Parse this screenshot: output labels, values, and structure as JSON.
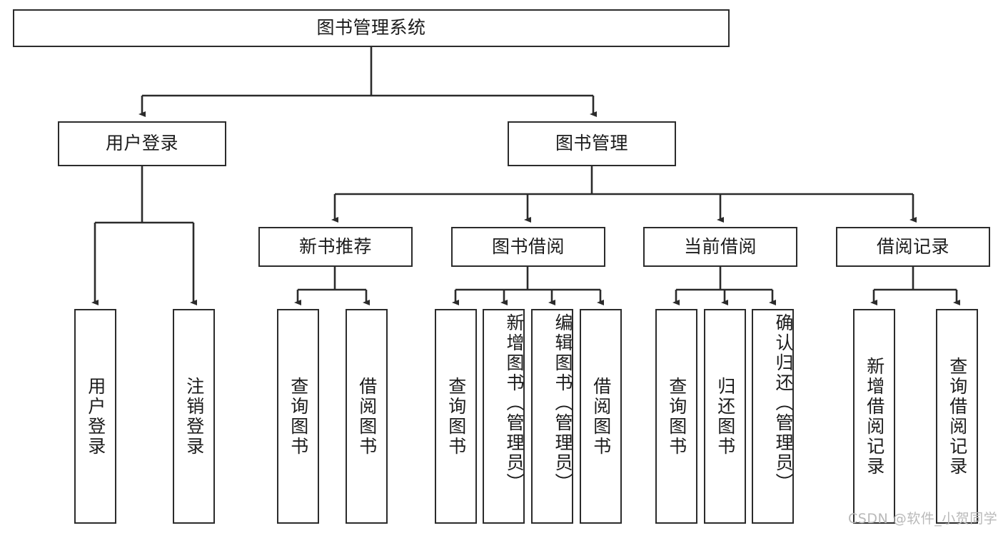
{
  "diagram": {
    "type": "tree",
    "title": "图书管理系统",
    "watermark": "CSDN @软件_小贺同学",
    "colors": {
      "stroke": "#2b2b2b",
      "fill": "#ffffff",
      "text": "#1b1b1b",
      "watermark": "#b9b9b9"
    },
    "nodes": {
      "root": {
        "label": "图书管理系统",
        "level": 1,
        "orientation": "horizontal"
      },
      "l2": [
        {
          "id": "user-login",
          "label": "用户登录",
          "level": 2,
          "orientation": "horizontal"
        },
        {
          "id": "book-manage",
          "label": "图书管理",
          "level": 2,
          "orientation": "horizontal"
        }
      ],
      "l3": [
        {
          "id": "new-book-recommend",
          "label": "新书推荐",
          "level": 3,
          "orientation": "horizontal"
        },
        {
          "id": "book-borrow",
          "label": "图书借阅",
          "level": 3,
          "orientation": "horizontal"
        },
        {
          "id": "current-borrow",
          "label": "当前借阅",
          "level": 3,
          "orientation": "horizontal"
        },
        {
          "id": "borrow-record",
          "label": "借阅记录",
          "level": 3,
          "orientation": "horizontal"
        }
      ],
      "leaves": [
        {
          "id": "leaf-user-login",
          "label": "用户登录",
          "parent": "user-login",
          "orientation": "vertical"
        },
        {
          "id": "leaf-logout-login",
          "label": "注销登录",
          "parent": "user-login",
          "orientation": "vertical"
        },
        {
          "id": "leaf-query-book-1",
          "label": "查询图书",
          "parent": "new-book-recommend",
          "orientation": "vertical"
        },
        {
          "id": "leaf-borrow-book-1",
          "label": "借阅图书",
          "parent": "new-book-recommend",
          "orientation": "vertical"
        },
        {
          "id": "leaf-query-book-2",
          "label": "查询图书",
          "parent": "book-borrow",
          "orientation": "vertical"
        },
        {
          "id": "leaf-add-book",
          "label": "新增图书（管理员）",
          "parent": "book-borrow",
          "orientation": "vertical"
        },
        {
          "id": "leaf-edit-book",
          "label": "编辑图书（管理员）",
          "parent": "book-borrow",
          "orientation": "vertical"
        },
        {
          "id": "leaf-borrow-book-2",
          "label": "借阅图书",
          "parent": "book-borrow",
          "orientation": "vertical"
        },
        {
          "id": "leaf-query-book-3",
          "label": "查询图书",
          "parent": "current-borrow",
          "orientation": "vertical"
        },
        {
          "id": "leaf-return-book",
          "label": "归还图书",
          "parent": "current-borrow",
          "orientation": "vertical"
        },
        {
          "id": "leaf-confirm-return",
          "label": "确认归还（管理员）",
          "parent": "current-borrow",
          "orientation": "vertical"
        },
        {
          "id": "leaf-add-record",
          "label": "新增借阅记录",
          "parent": "borrow-record",
          "orientation": "vertical"
        },
        {
          "id": "leaf-query-record",
          "label": "查询借阅记录",
          "parent": "borrow-record",
          "orientation": "vertical"
        }
      ]
    }
  }
}
